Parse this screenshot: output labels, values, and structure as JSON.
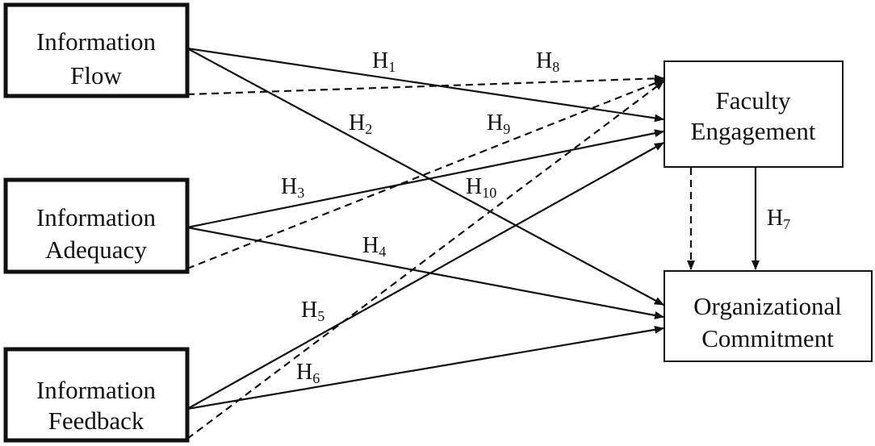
{
  "nodes": {
    "info_flow": {
      "line1": "Information",
      "line2": "Flow"
    },
    "info_adequacy": {
      "line1": "Information",
      "line2": "Adequacy"
    },
    "info_feedback": {
      "line1": "Information",
      "line2": "Feedback"
    },
    "faculty_eng": {
      "line1": "Faculty",
      "line2": "Engagement"
    },
    "org_commitment": {
      "line1": "Organizational",
      "line2": "Commitment"
    }
  },
  "hypotheses": {
    "h1": {
      "base": "H",
      "sub": "1"
    },
    "h2": {
      "base": "H",
      "sub": "2"
    },
    "h3": {
      "base": "H",
      "sub": "3"
    },
    "h4": {
      "base": "H",
      "sub": "4"
    },
    "h5": {
      "base": "H",
      "sub": "5"
    },
    "h6": {
      "base": "H",
      "sub": "6"
    },
    "h7": {
      "base": "H",
      "sub": "7"
    },
    "h8": {
      "base": "H",
      "sub": "8"
    },
    "h9": {
      "base": "H",
      "sub": "9"
    },
    "h10": {
      "base": "H",
      "sub": "10"
    }
  },
  "colors": {
    "ink": "#111111",
    "background": "#ffffff"
  }
}
